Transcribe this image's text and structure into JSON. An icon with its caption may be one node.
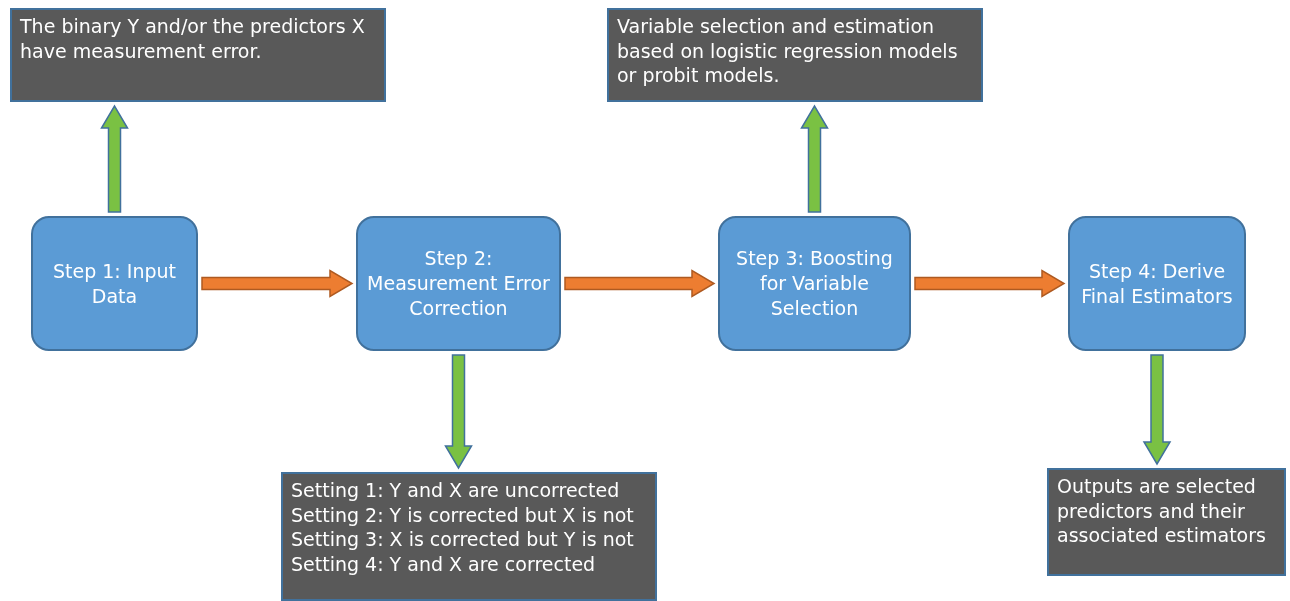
{
  "diagram": {
    "nodes": [
      {
        "text": [
          "The binary Y and/or the predictors X have measurement error."
        ]
      },
      {
        "text": [
          "Variable selection and estimation based on logistic regression models or probit models."
        ]
      },
      {
        "text": [
          "Step 1: Input Data"
        ]
      },
      {
        "text": [
          "Step 2: Measurement Error Correction"
        ]
      },
      {
        "text": [
          "Step 3: Boosting for Variable Selection"
        ]
      },
      {
        "text": [
          "Step 4: Derive Final Estimators"
        ]
      },
      {
        "text": [
          "Setting 1: Y and X are uncorrected",
          "Setting 2: Y is corrected but X is not",
          "Setting 3: X is corrected but Y is not",
          "Setting 4: Y and X are corrected"
        ]
      },
      {
        "text": [
          "Outputs are selected predictors and their associated estimators"
        ]
      }
    ],
    "edges": [
      {
        "from": 2,
        "to": 0,
        "arrow": "to"
      },
      {
        "from": 2,
        "to": 3,
        "arrow": "to",
        "color": "#ed7d31"
      },
      {
        "from": 3,
        "to": 4,
        "arrow": "to",
        "color": "#ed7d31"
      },
      {
        "from": 4,
        "to": 5,
        "arrow": "to",
        "color": "#ed7d31"
      },
      {
        "from": 4,
        "to": 1,
        "arrow": "to"
      },
      {
        "from": 3,
        "to": 6,
        "arrow": "to"
      },
      {
        "from": 5,
        "to": 7,
        "arrow": "to"
      }
    ]
  }
}
